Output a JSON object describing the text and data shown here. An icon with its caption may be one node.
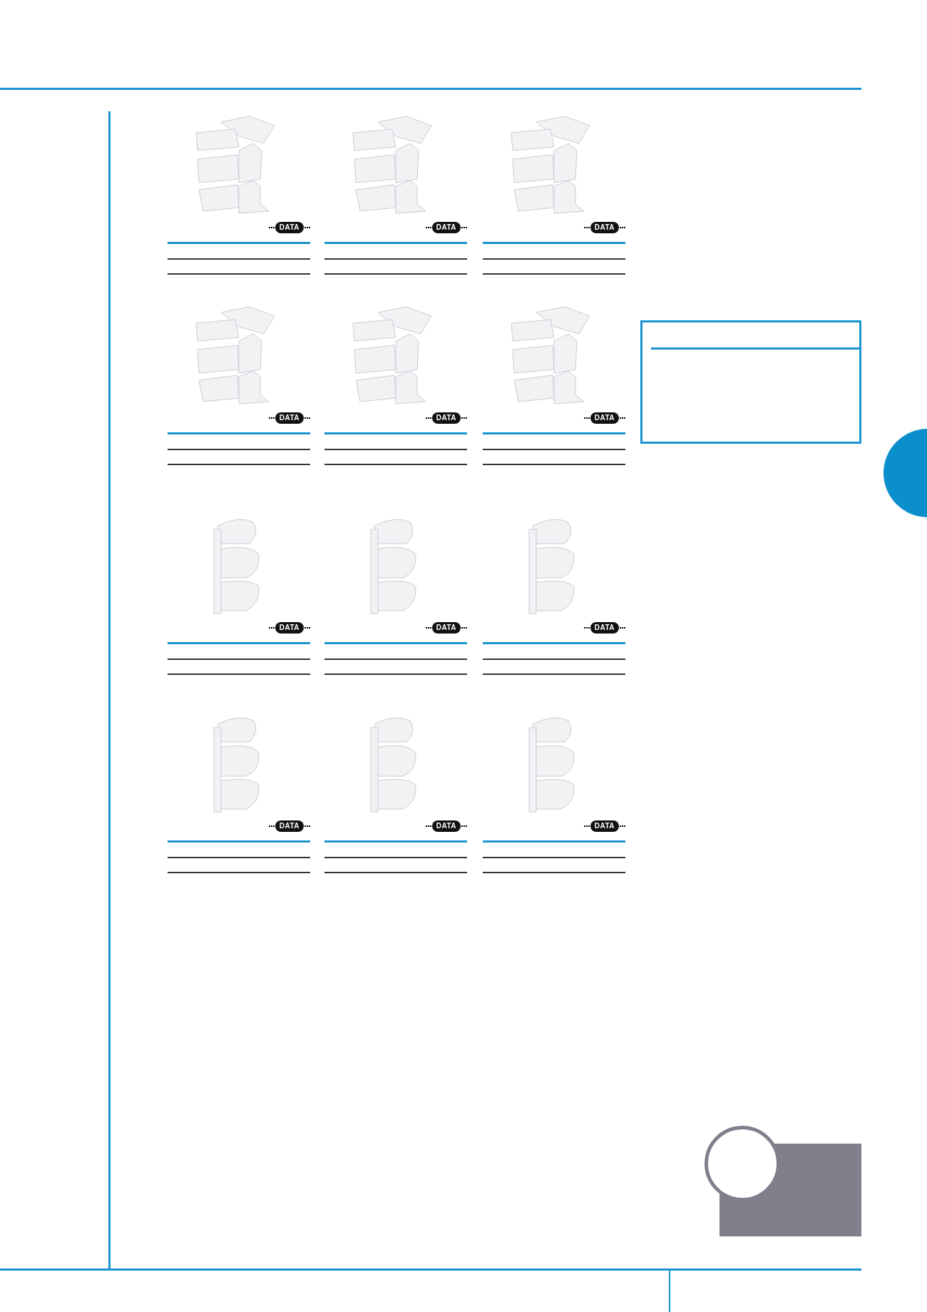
{
  "diagram": {
    "nodes": [
      {
        "text": [],
        "shape": "circle"
      },
      {
        "text": [],
        "shape": "circle"
      }
    ],
    "labels": [
      "DATA",
      "DATA",
      "DATA",
      "DATA",
      "DATA",
      "DATA",
      "DATA",
      "DATA",
      "DATA",
      "DATA",
      "DATA",
      "DATA"
    ]
  }
}
